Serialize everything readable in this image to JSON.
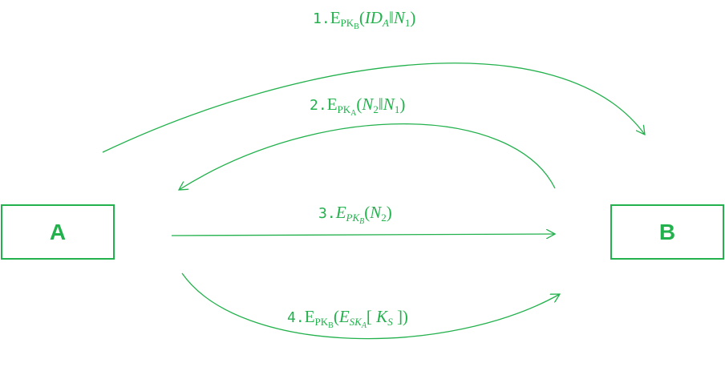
{
  "nodes": {
    "a": {
      "label": "A"
    },
    "b": {
      "label": "B"
    }
  },
  "messages": [
    {
      "number": "1.",
      "enc": "E",
      "key": "PK",
      "key_sub": "B",
      "content": "ID_A || N_1"
    },
    {
      "number": "2.",
      "enc": "E",
      "key": "PK",
      "key_sub": "A",
      "content": "N_2 || N_1"
    },
    {
      "number": "3.",
      "enc": "E",
      "key": "PK",
      "key_sub": "B",
      "content": "N_2"
    },
    {
      "number": "4.",
      "enc": "E",
      "key": "PK",
      "key_sub": "B",
      "content": "E_{SK_A}[ K_S ]"
    }
  ],
  "colors": {
    "accent": "#22b14c"
  }
}
